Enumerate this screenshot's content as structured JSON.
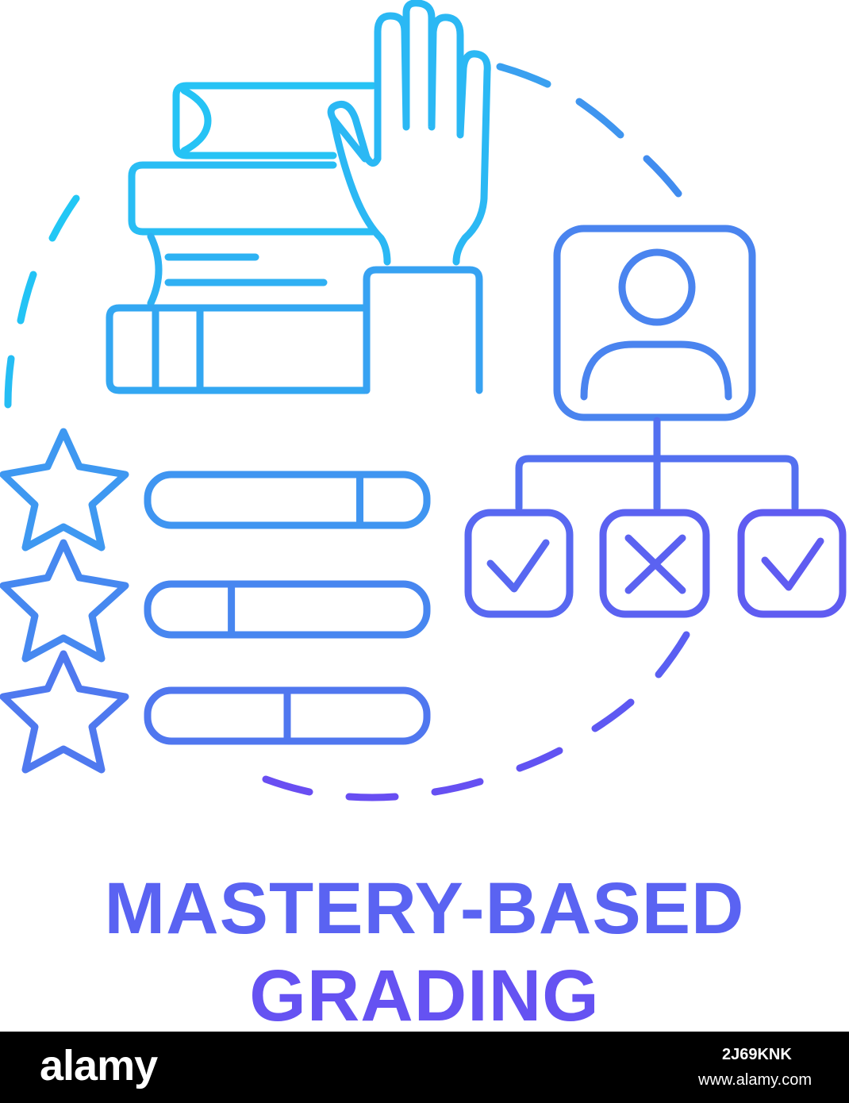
{
  "colors": {
    "gradient_top": "#22c7f5",
    "gradient_mid": "#3f90ef",
    "gradient_bottom": "#6a4ef2",
    "footer_background": "#000000",
    "footer_text": "#ffffff"
  },
  "title": {
    "line1": "MASTERY-BASED",
    "line2": "GRADING"
  },
  "icons": [
    "books-stack-icon",
    "raised-hand-icon",
    "star-icon",
    "progress-bar-icon",
    "user-profile-icon",
    "checkmark-icon",
    "cross-icon"
  ],
  "rating_bars": [
    {
      "fill": 0.76
    },
    {
      "fill": 0.3
    },
    {
      "fill": 0.5
    }
  ],
  "footer": {
    "brand": "alamy",
    "image_id": "2J69KNK",
    "site": "www.alamy.com"
  }
}
